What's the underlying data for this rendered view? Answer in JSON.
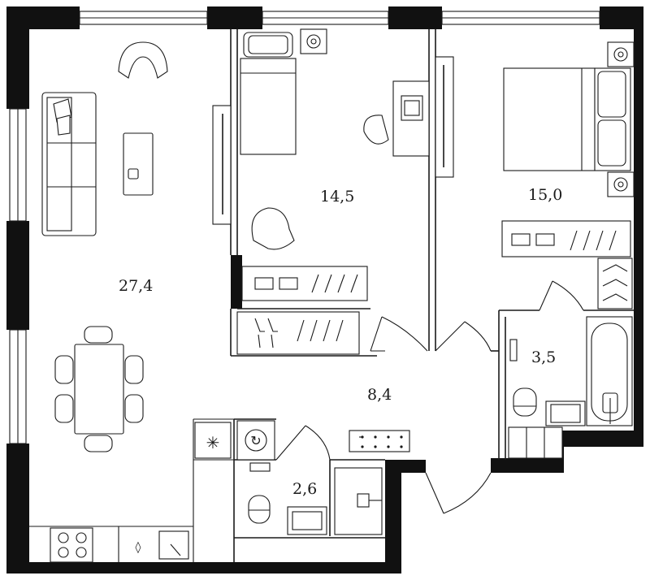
{
  "plan": {
    "rooms": [
      {
        "id": "living-kitchen",
        "area": "27,4"
      },
      {
        "id": "bedroom-small",
        "area": "14,5"
      },
      {
        "id": "bedroom-master",
        "area": "15,0"
      },
      {
        "id": "bathroom",
        "area": "3,5"
      },
      {
        "id": "hallway",
        "area": "8,4"
      },
      {
        "id": "wc",
        "area": "2,6"
      }
    ],
    "icons": {
      "hood": "✳",
      "washer": "↻",
      "sink_drop": "◊"
    },
    "colors": {
      "wall": "#111111",
      "line": "#1a1a1a",
      "background": "#ffffff"
    }
  }
}
